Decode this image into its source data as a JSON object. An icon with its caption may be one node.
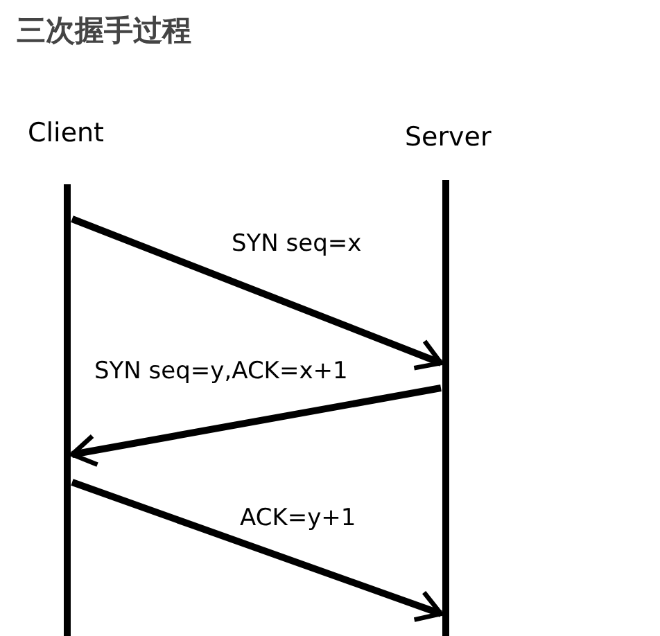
{
  "diagram": {
    "title": "三次握手过程",
    "nodes": [
      {
        "text": [
          "Client"
        ]
      },
      {
        "text": [
          "Server"
        ]
      }
    ],
    "edges": [
      {
        "from": 0,
        "to": 1,
        "arrow": "to",
        "label": "SYN seq=x"
      },
      {
        "from": 1,
        "to": 0,
        "arrow": "to",
        "label": "SYN seq=y,ACK=x+1"
      },
      {
        "from": 0,
        "to": 1,
        "arrow": "to",
        "label": "ACK=y+1"
      }
    ]
  }
}
